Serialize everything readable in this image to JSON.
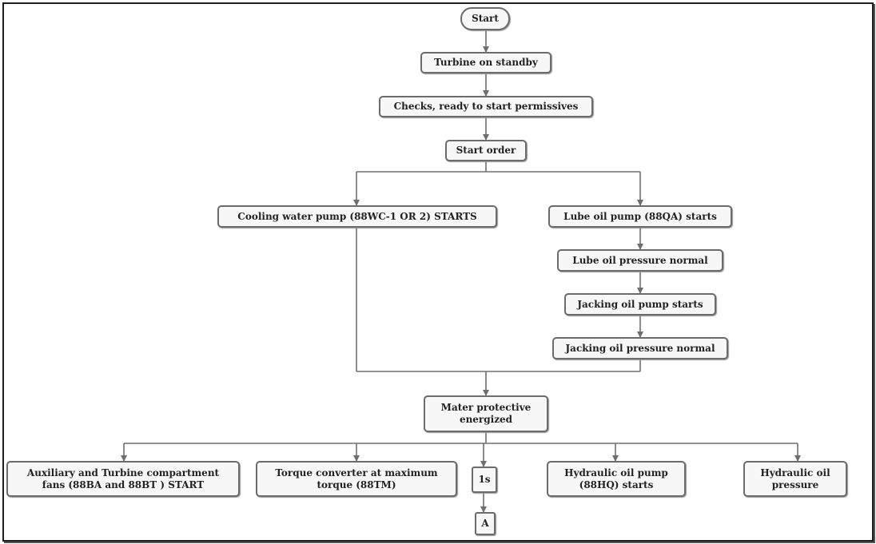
{
  "nodes": {
    "start": "Start",
    "turbine_standby": "Turbine on standby",
    "checks": "Checks, ready to start permissives",
    "start_order": "Start order",
    "cooling_water_pump": "Cooling water pump (88WC-1 OR 2) STARTS",
    "lube_oil_pump": "Lube oil pump (88QA) starts",
    "lube_oil_pressure": "Lube oil pressure normal",
    "jacking_oil_pump": "Jacking oil pump starts",
    "jacking_oil_pressure": "Jacking oil pressure normal",
    "master_protective_l1": "Mater protective",
    "master_protective_l2": "energized",
    "aux_fans_l1": "Auxiliary and Turbine compartment",
    "aux_fans_l2": "fans (88BA and 88BT ) START",
    "torque_converter_l1": "Torque converter at maximum",
    "torque_converter_l2": "torque (88TM)",
    "delay": "1s",
    "hydraulic_pump_l1": "Hydraulic oil pump",
    "hydraulic_pump_l2": "(88HQ) starts",
    "hydraulic_pressure_l1": "Hydraulic oil",
    "hydraulic_pressure_l2": "pressure",
    "connector_a": "A"
  },
  "colors": {
    "line": "#6e6e6e",
    "node_border": "#6b6b6b",
    "node_fill": "#f7f7f7",
    "text": "#222222",
    "frame": "#1e1e1e"
  }
}
